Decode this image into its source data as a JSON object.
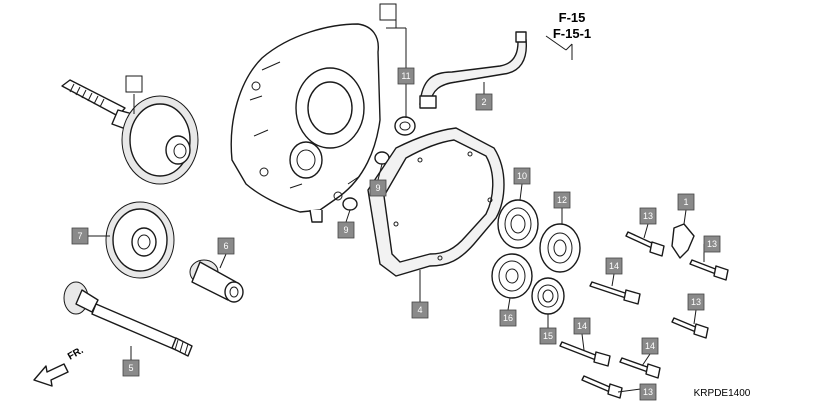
{
  "diagram_code": "KRPDE1400",
  "references": [
    "F-15",
    "F-15-1"
  ],
  "front_label": "FR.",
  "callouts": {
    "p1": "1",
    "p2": "2",
    "p3": "4",
    "p4": "5",
    "p5": "6",
    "p6": "7",
    "p7": "9",
    "p8": "9",
    "p9": "10",
    "p10": "11",
    "p11": "12",
    "p12": "13",
    "p13": "13",
    "p14": "13",
    "p15": "13",
    "p16": "14",
    "p17": "14",
    "p18": "14",
    "p19": "15",
    "p20": "16"
  },
  "colors": {
    "callout_fill": "#8a8a8a",
    "callout_text": "#ffffff",
    "line": "#1a1a1a"
  }
}
